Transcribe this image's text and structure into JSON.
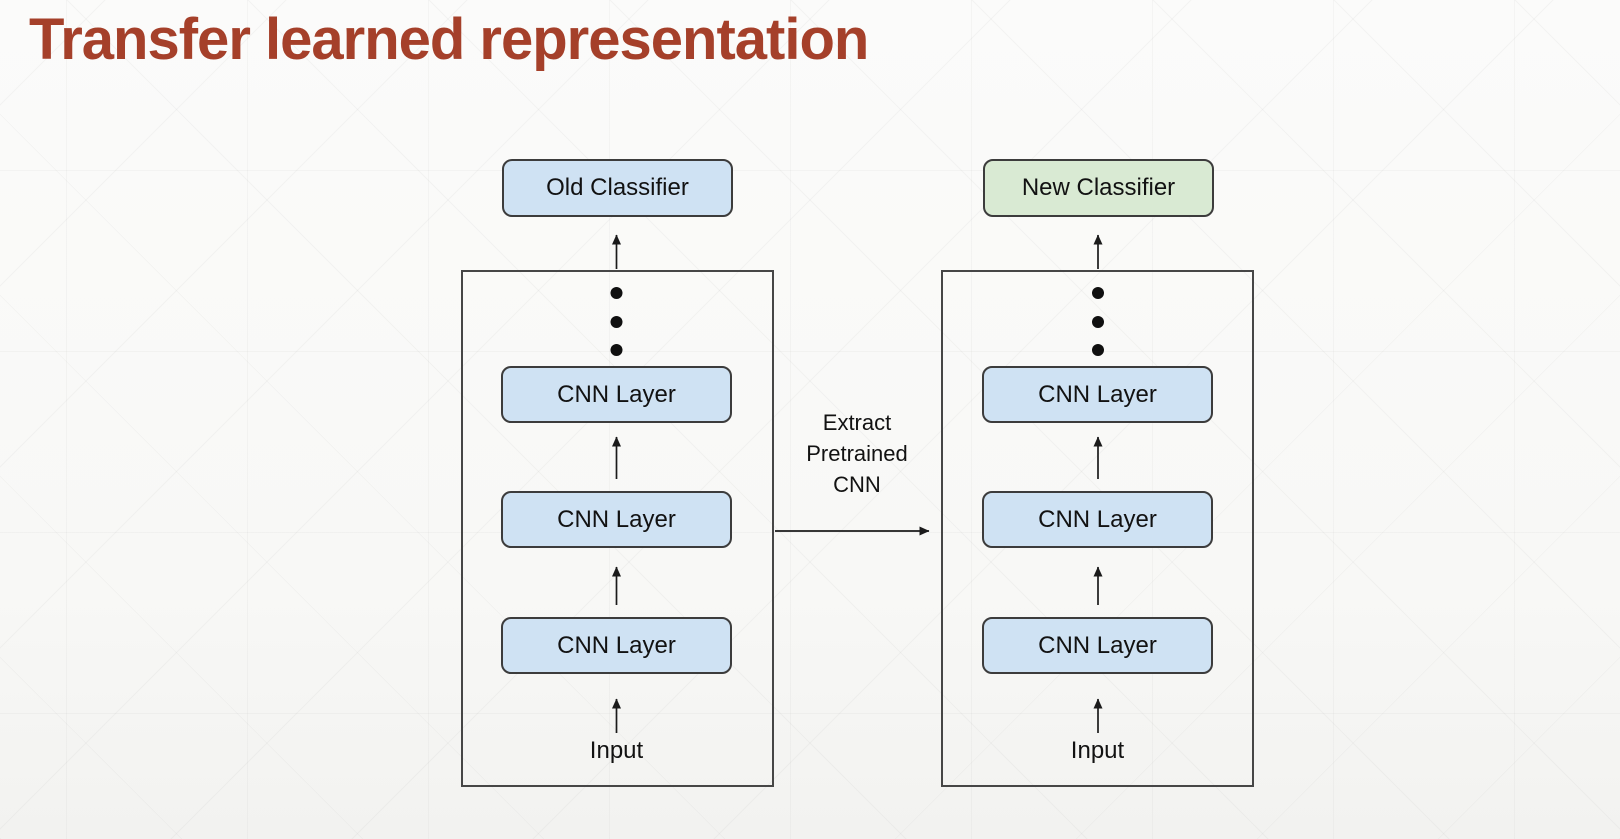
{
  "slide": {
    "title": "Transfer learned representation"
  },
  "colors": {
    "title": "#A5402A",
    "layer_fill": "#CFE2F3",
    "old_classifier_fill": "#CFE2F3",
    "new_classifier_fill": "#D9EAD3",
    "box_border": "#3C3C3C",
    "container_border": "#464646",
    "arrow": "#1B1B1B"
  },
  "diagram": {
    "left_model": {
      "classifier_label": "Old Classifier",
      "layers": [
        "CNN Layer",
        "CNN Layer",
        "CNN Layer"
      ],
      "input_label": "Input"
    },
    "right_model": {
      "classifier_label": "New Classifier",
      "layers": [
        "CNN Layer",
        "CNN Layer",
        "CNN Layer"
      ],
      "input_label": "Input"
    },
    "transfer_arrow_label": "Extract Pretrained CNN"
  }
}
